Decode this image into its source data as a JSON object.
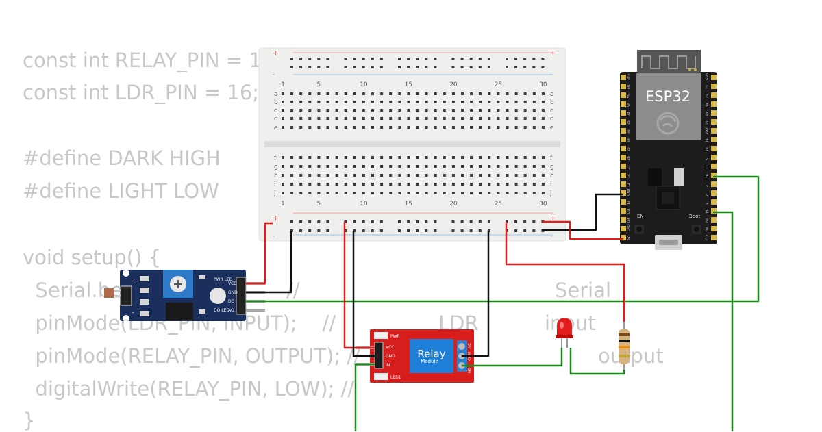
{
  "code_lines": [
    "const int RELAY_PIN = 1",
    "const int LDR_PIN = 16;",
    "",
    "#define DARK HIGH",
    "#define LIGHT LOW",
    "",
    "void setup() {",
    "  Serial.be",
    "  pinMode(LDR_PIN, INPUT);    //",
    "  pinMode(RELAY_PIN, OUTPUT); //",
    "  digitalWrite(RELAY_PIN, LOW); //",
    "}"
  ],
  "code_comments": [
    {
      "text": "//"
    },
    {
      "text": "Serial"
    },
    {
      "text": "LDR"
    },
    {
      "text": "input"
    },
    {
      "text": "output"
    }
  ],
  "breadboard": {
    "column_numbers": [
      "1",
      "5",
      "10",
      "15",
      "20",
      "25",
      "30"
    ],
    "top_rows": [
      "a",
      "b",
      "c",
      "d",
      "e"
    ],
    "bottom_rows": [
      "f",
      "g",
      "h",
      "i",
      "j"
    ],
    "rail_plus": "+",
    "rail_minus": "-"
  },
  "esp32": {
    "label": "ESP32",
    "en_label": "EN",
    "boot_label": "Boot",
    "left_pins": [
      "3V3",
      "EN",
      "VP",
      "VN",
      "34",
      "35",
      "32",
      "33",
      "25",
      "26",
      "27",
      "14",
      "12",
      "GND",
      "13",
      "D2",
      "D3",
      "CMD",
      "5V"
    ],
    "right_pins": [
      "GND",
      "23",
      "22",
      "TX",
      "RX",
      "21",
      "GND",
      "19",
      "18",
      "5",
      "17",
      "16",
      "4",
      "0",
      "2",
      "15",
      "D1",
      "D0",
      "CLK"
    ]
  },
  "ldr_module": {
    "pin_labels": [
      "VCC",
      "GND",
      "DO",
      "AO"
    ],
    "pwr_led_label": "PWR LED",
    "do_led_label": "DO LED",
    "plus": "+",
    "minus": "–"
  },
  "relay_module": {
    "title": "Relay",
    "subtitle": "Module",
    "pwr_label": "PWR",
    "led_label": "LED1",
    "pins": [
      "VCC",
      "GND",
      "IN"
    ],
    "contacts": [
      "NO",
      "COM",
      "NC"
    ]
  },
  "colors": {
    "wire_red": "#e21b1b",
    "wire_black": "#111111",
    "wire_green": "#168a16",
    "breadboard": "#efefee",
    "esp32_board": "#1c1c1c",
    "relay_board": "#d81d1d",
    "ldr_board": "#1a2f5c",
    "code_text": "#c8c8c8"
  }
}
